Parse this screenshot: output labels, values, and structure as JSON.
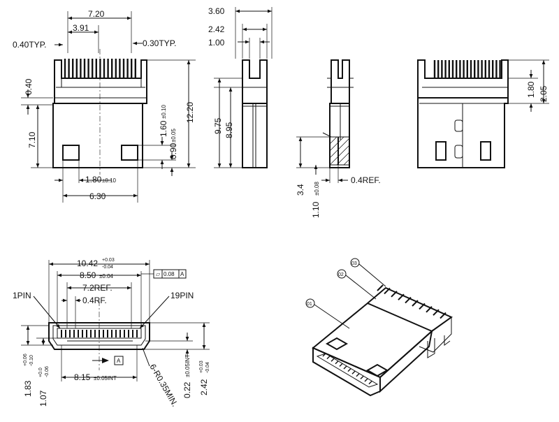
{
  "front_view": {
    "width_total": "7.20",
    "center_span": "3.91",
    "pitch_left": "0.40TYP.",
    "pitch_right": "0.30TYP.",
    "step_height": "0.40",
    "body_height": "7.10",
    "total_height": "12.20",
    "window_height": "1.60",
    "window_height_tol": "±0.10",
    "window_offset": "0.90",
    "window_offset_tol": "±0.05",
    "window_width": "1.80",
    "window_width_tol": "±0.10",
    "window_span": "6.30"
  },
  "side_view": {
    "depth": "3.60",
    "depth_mid": "2.42",
    "depth_lead": "1.00",
    "height_a": "9.75",
    "height_b": "8.95"
  },
  "section_view": {
    "height": "3.4",
    "lead_thickness": "1.10",
    "lead_thickness_tol": "±0.08",
    "ref": "0.4REF."
  },
  "rear_view": {
    "dim_a": "1.80",
    "dim_b": "2.05"
  },
  "mating_face": {
    "width": "10.42",
    "width_tol_plus": "+0.03",
    "width_tol_minus": "-0.04",
    "span": "8.50",
    "span_tol": "±0.04",
    "flatness_symbol": "⏥",
    "flatness_value": "0.08",
    "datum_ref": "A",
    "contact_span": "7.2REF.",
    "contact_pitch": "0.4RF.",
    "pin_first": "1PIN",
    "pin_last": "19PIN",
    "inner_width": "8.15",
    "inner_width_tol": "±0.05INT",
    "datum_label": "A",
    "corner_radius": "6-R0.35MIN.",
    "height_outer": "1.83",
    "height_outer_tol_plus": "+0.06",
    "height_outer_tol_minus": "-0.10",
    "height_inner": "1.07",
    "height_inner_tol_plus": "+0.0",
    "height_inner_tol_minus": "-0.06",
    "height_opening": "0.22",
    "height_opening_tol": "±0.05INT",
    "height_total": "2.42",
    "height_total_tol_plus": "+0.03",
    "height_total_tol_minus": "-0.04"
  },
  "callouts": [
    "01",
    "02",
    "03"
  ]
}
